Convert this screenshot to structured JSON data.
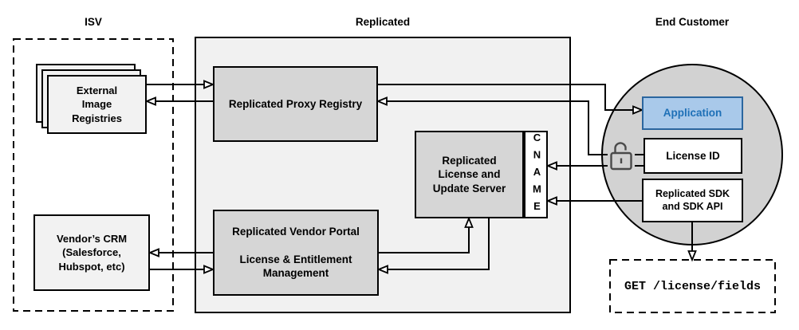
{
  "sections": {
    "isv": {
      "title": "ISV"
    },
    "replicated": {
      "title": "Replicated"
    },
    "end_customer": {
      "title": "End Customer"
    }
  },
  "nodes": {
    "external_image_registries": {
      "label": "External\nImage\nRegistries"
    },
    "vendors_crm": {
      "label": "Vendor’s CRM\n(Salesforce,\nHubspot, etc)"
    },
    "proxy_registry": {
      "label": "Replicated Proxy Registry"
    },
    "vendor_portal": {
      "label": "Replicated Vendor Portal\n\nLicense & Entitlement\nManagement"
    },
    "license_update_server": {
      "label": "Replicated\nLicense and\nUpdate Server"
    },
    "cname": {
      "label": "CNAME"
    },
    "application": {
      "label": "Application"
    },
    "license_id": {
      "label": "License ID"
    },
    "replicated_sdk": {
      "label": "Replicated SDK\nand SDK API"
    },
    "get_license_fields": {
      "label": "GET /license/fields"
    }
  },
  "icons": {
    "unlock": "unlocked-padlock-icon"
  },
  "colors": {
    "replicated_container_fill": "#f1f1f1",
    "gray_node_fill": "#d6d6d6",
    "light_node_fill": "#f2f2f2",
    "circle_fill": "#d2d2d2",
    "application_fill": "#a9c9ea",
    "application_border": "#2b669f",
    "application_text": "#1e70b7",
    "line_color": "#000000",
    "lock_color": "#4a4a4a"
  },
  "edges": [
    {
      "from": "external_image_registries",
      "to": "proxy_registry"
    },
    {
      "from": "proxy_registry",
      "to": "external_image_registries"
    },
    {
      "from": "proxy_registry",
      "to": "application"
    },
    {
      "from": "license_id",
      "to": "proxy_registry"
    },
    {
      "from": "license_id",
      "to": "cname"
    },
    {
      "from": "replicated_sdk",
      "to": "cname"
    },
    {
      "from": "vendor_portal",
      "to": "vendors_crm"
    },
    {
      "from": "vendors_crm",
      "to": "vendor_portal"
    },
    {
      "from": "vendor_portal",
      "to": "license_update_server"
    },
    {
      "from": "license_update_server",
      "to": "vendor_portal"
    },
    {
      "from": "replicated_sdk",
      "to": "get_license_fields"
    }
  ]
}
